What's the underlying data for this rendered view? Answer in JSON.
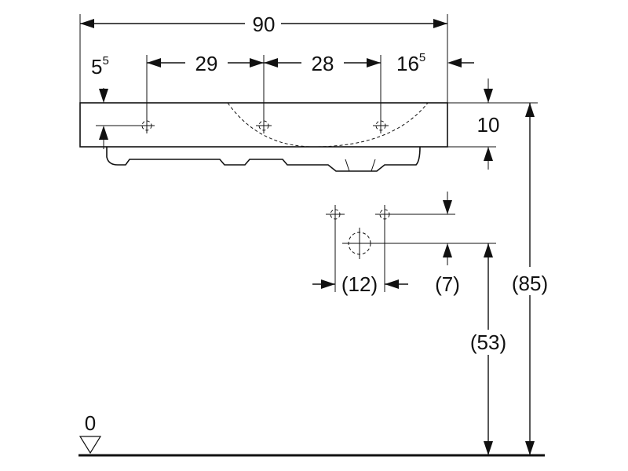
{
  "dimensions": {
    "overall_width": "90",
    "left_offset": {
      "main": "5",
      "sup": "5"
    },
    "hole_spacing_left": "29",
    "hole_spacing_right": "28",
    "right_offset": {
      "main": "16",
      "sup": "5"
    },
    "rim_height": "10",
    "wall_hole_spacing": "(12)",
    "wall_hole_offset": "(7)",
    "waste_height": "(53)",
    "rim_top_height": "(85)",
    "floor_level": "0"
  }
}
